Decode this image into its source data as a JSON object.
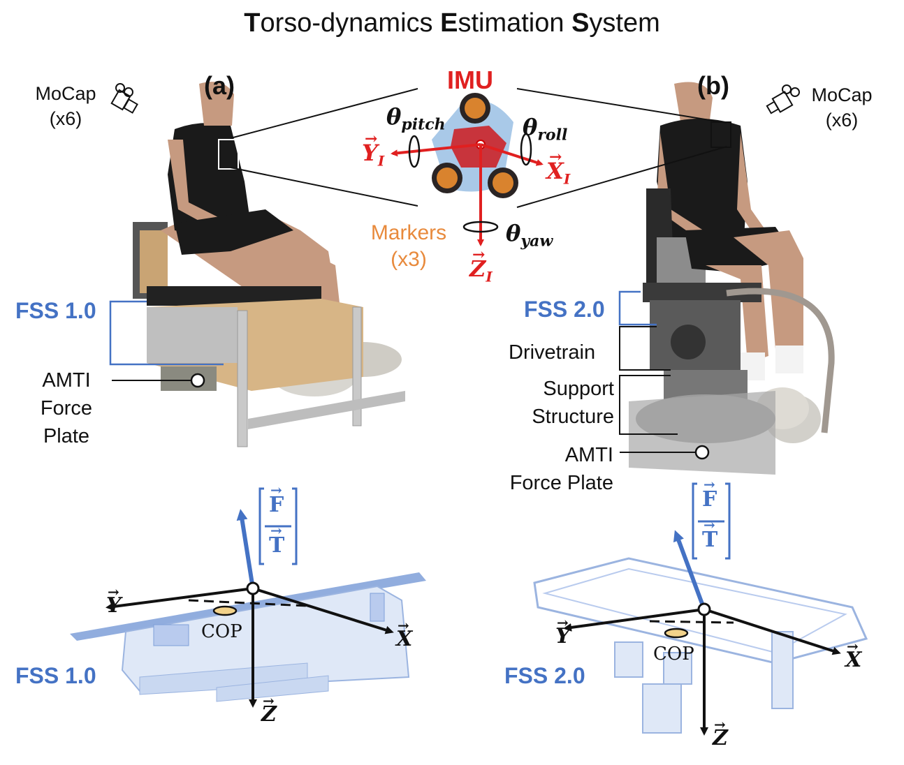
{
  "title": {
    "part1": "T",
    "part2": "orso-dynamics ",
    "part3": "E",
    "part4": "stimation ",
    "part5": "S",
    "part6": "ystem"
  },
  "panel_a": {
    "label": "(a)",
    "mocap": {
      "line1": "MoCap",
      "line2": "(x6)"
    },
    "fss": "FSS 1.0",
    "force_plate": {
      "line1": "AMTI",
      "line2": "Force",
      "line3": "Plate"
    },
    "diagram_fss": "FSS 1.0",
    "axes": {
      "y": "Y",
      "x": "X",
      "z": "Z",
      "cop": "COP"
    },
    "wrench": {
      "f": "F",
      "t": "T"
    }
  },
  "panel_b": {
    "label": "(b)",
    "mocap": {
      "line1": "MoCap",
      "line2": "(x6)"
    },
    "fss": "FSS 2.0",
    "drivetrain": "Drivetrain",
    "support": {
      "line1": "Support",
      "line2": "Structure"
    },
    "force_plate": {
      "line1": "AMTI",
      "line2": "Force Plate"
    },
    "diagram_fss": "FSS 2.0",
    "axes": {
      "y": "Y",
      "x": "X",
      "z": "Z",
      "cop": "COP"
    },
    "wrench": {
      "f": "F",
      "t": "T"
    }
  },
  "imu": {
    "title": "IMU",
    "theta_pitch": {
      "sym": "θ",
      "sub": "pitch"
    },
    "theta_roll": {
      "sym": "θ",
      "sub": "roll"
    },
    "theta_yaw": {
      "sym": "θ",
      "sub": "yaw"
    },
    "y_axis": {
      "sym": "Y",
      "sub": "I"
    },
    "x_axis": {
      "sym": "X",
      "sub": "I"
    },
    "z_axis": {
      "sym": "Z",
      "sub": "I"
    },
    "markers": {
      "line1": "Markers",
      "line2": "(x3)"
    }
  },
  "colors": {
    "imu_red": "#e02020",
    "fss_blue": "#4472c4",
    "marker_orange": "#e88a3c",
    "cad_blue": "#9bb4e0"
  }
}
